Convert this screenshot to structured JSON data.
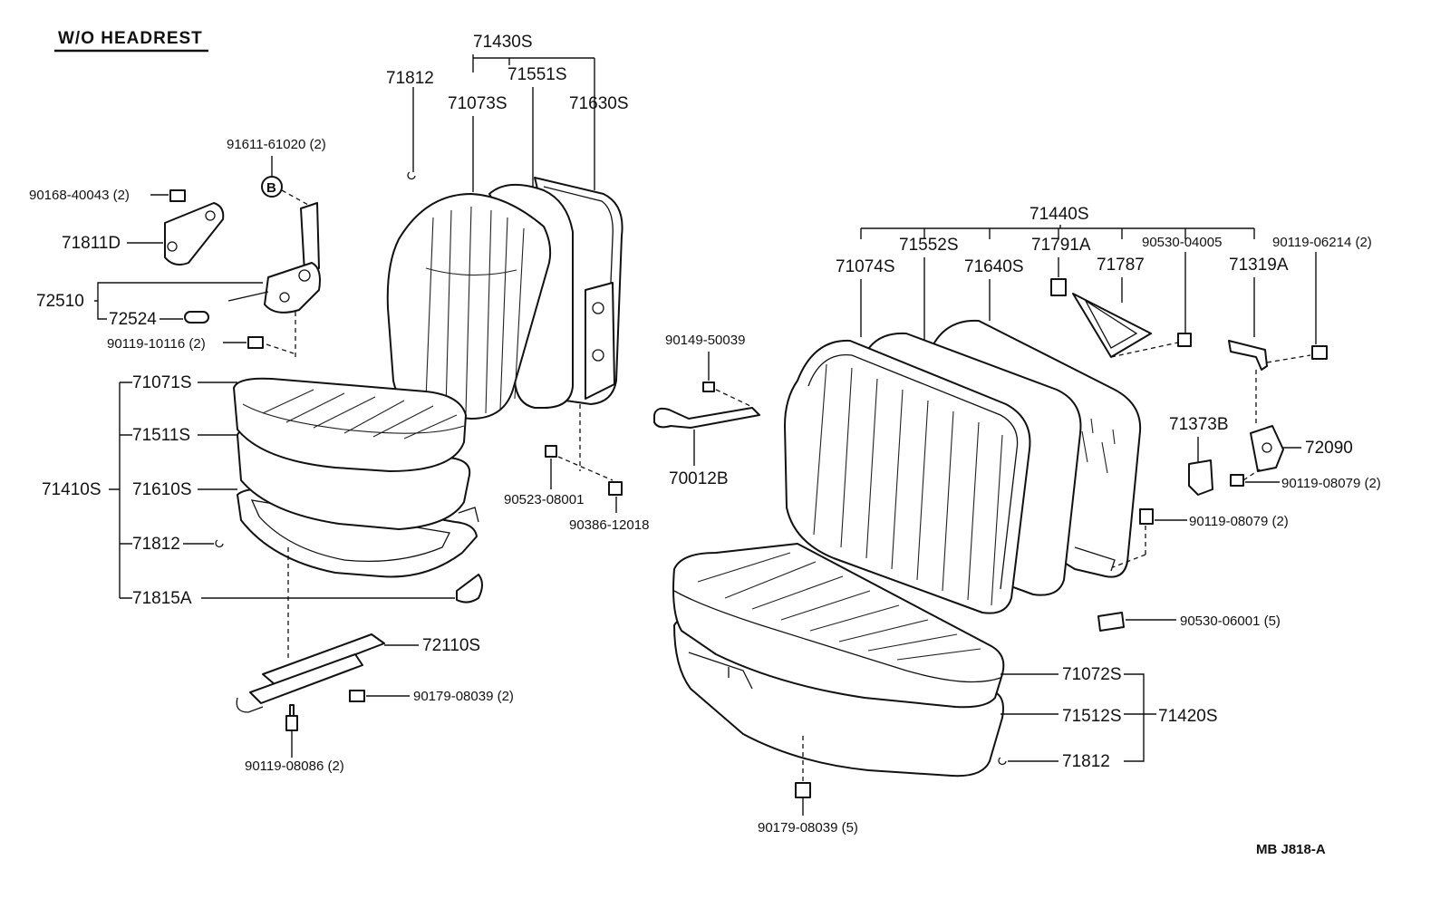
{
  "header": {
    "title": "W/O  HEADREST"
  },
  "footer": {
    "code": "MB  J818-A"
  },
  "labels": {
    "p71430S": "71430S",
    "p71812_top": "71812",
    "p71551S": "71551S",
    "p71073S": "71073S",
    "p71630S": "71630S",
    "p91611": "91611-61020 (2)",
    "p90168": "90168-40043 (2)",
    "p71811D": "71811D",
    "p72510": "72510",
    "p72524": "72524",
    "p90119_10116": "90119-10116 (2)",
    "p71071S": "71071S",
    "p71511S": "71511S",
    "p71410S": "71410S",
    "p71610S": "71610S",
    "p71812_left": "71812",
    "p71815A": "71815A",
    "p72110S": "72110S",
    "p90179_08039_2": "90179-08039 (2)",
    "p90119_08086": "90119-08086 (2)",
    "p90149": "90149-50039",
    "p70012B": "70012B",
    "p90523": "90523-08001",
    "p90386": "90386-12018",
    "p71440S": "71440S",
    "p71552S": "71552S",
    "p71791A": "71791A",
    "p90530_04005": "90530-04005",
    "p90119_06214": "90119-06214 (2)",
    "p71074S": "71074S",
    "p71640S": "71640S",
    "p71787": "71787",
    "p71319A": "71319A",
    "p71373B": "71373B",
    "p72090": "72090",
    "p90119_08079_a": "90119-08079 (2)",
    "p90119_08079_b": "90119-08079 (2)",
    "p90530_06001": "90530-06001 (5)",
    "p71072S": "71072S",
    "p71512S": "71512S",
    "p71420S": "71420S",
    "p71812_right": "71812",
    "p90179_08039_5": "90179-08039 (5)",
    "callout_b": "B"
  }
}
